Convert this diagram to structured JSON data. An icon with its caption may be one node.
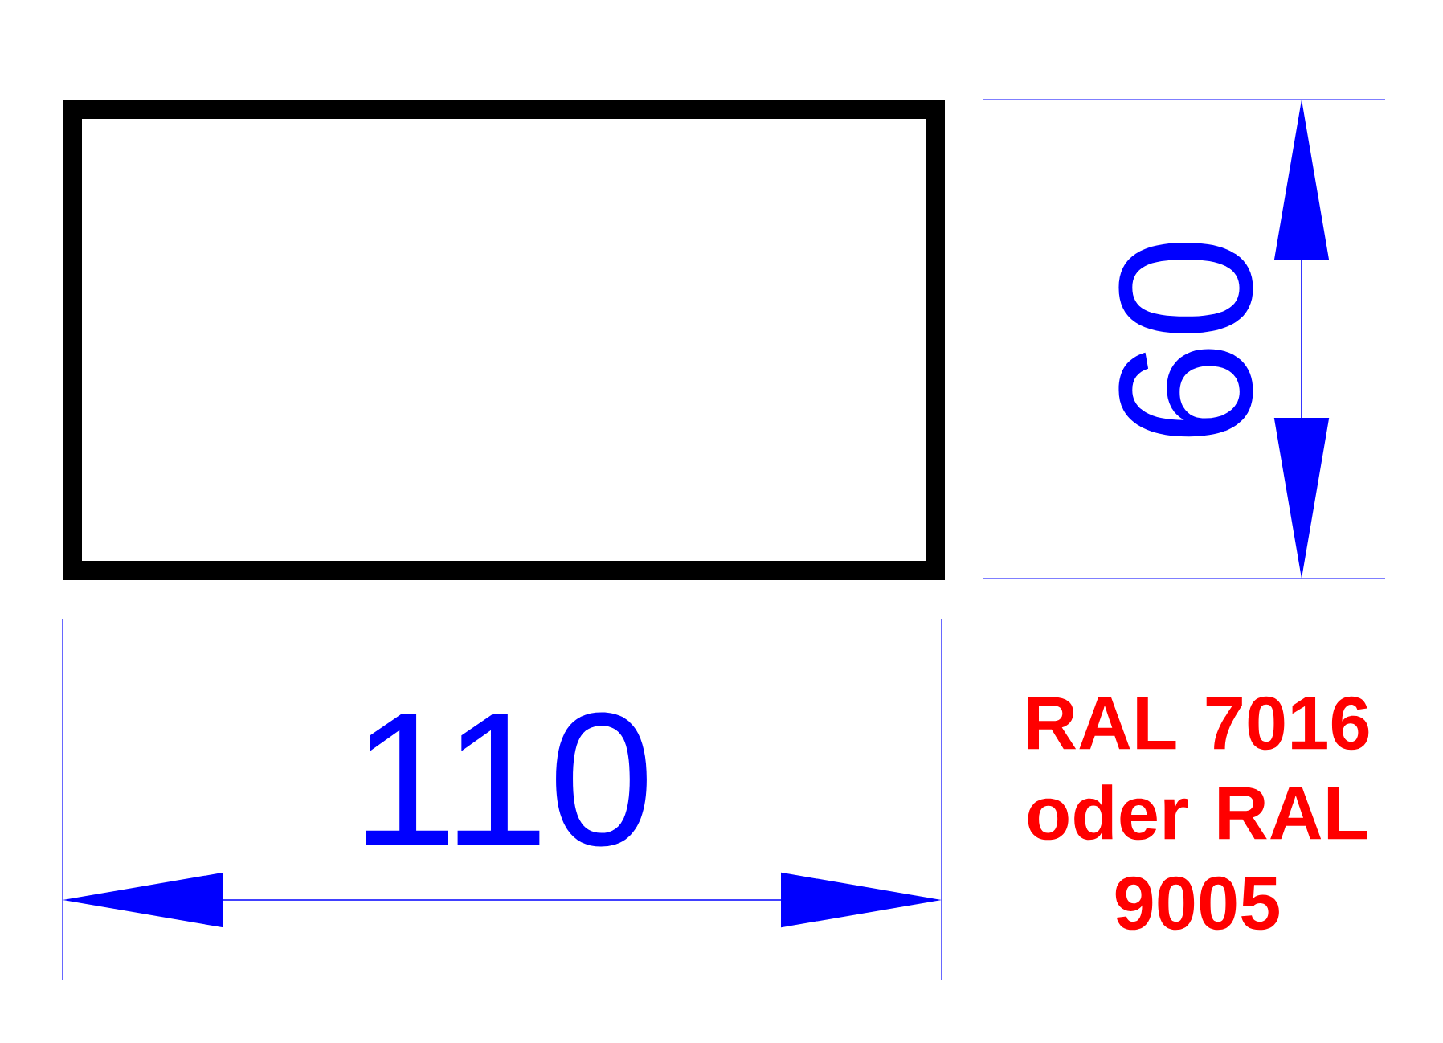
{
  "diagram": {
    "nodes": [
      {
        "text": [],
        "shape": "box"
      }
    ],
    "labels": [
      "110",
      "60",
      "RAL 7016 oder RAL 9005"
    ]
  }
}
